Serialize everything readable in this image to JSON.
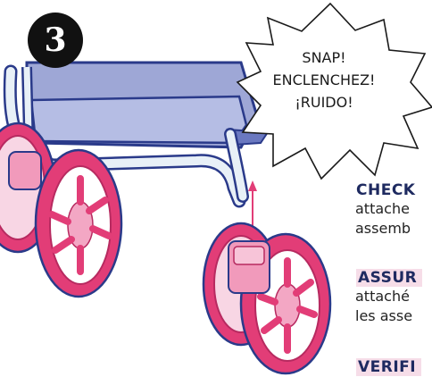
{
  "step": {
    "number": "3"
  },
  "burst": {
    "line1": "SNAP!",
    "line2": "ENCLENCHEZ!",
    "line3": "¡RUIDO!"
  },
  "instructions": [
    {
      "heading": "CHECK",
      "lines": [
        "attache",
        "assemb"
      ]
    },
    {
      "heading": "ASSUR",
      "lines": [
        "attaché",
        "les asse"
      ]
    },
    {
      "heading": "VERIFI",
      "lines": []
    }
  ],
  "colors": {
    "wheel_pink": "#e23d77",
    "stroke_blue": "#2a3a8a",
    "seat_lavender": "#9ea7d6",
    "frame_light": "#e8f0f7",
    "highlight_pink": "#f6dde8"
  }
}
